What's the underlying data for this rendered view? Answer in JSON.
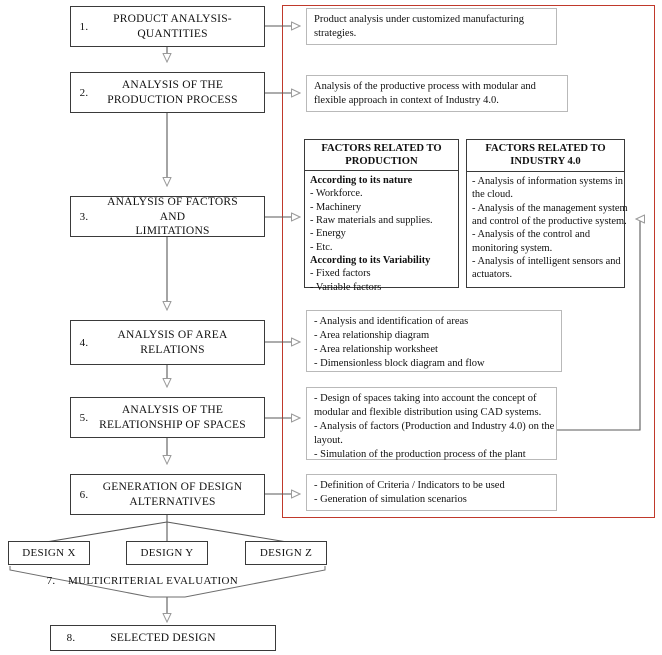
{
  "diagram": {
    "title": "Methodology flowchart for plant layout design under Industry 4.0",
    "accent_red": "#c0392b",
    "box_border": "#3a3a3a",
    "note_border": "#b9b9b9"
  },
  "steps": [
    {
      "num": "1.",
      "title": "PRODUCT ANALYSIS-\nQUANTITIES"
    },
    {
      "num": "2.",
      "title": "ANALYSIS OF THE\nPRODUCTION PROCESS"
    },
    {
      "num": "3.",
      "title": "ANALYSIS OF FACTORS AND\nLIMITATIONS"
    },
    {
      "num": "4.",
      "title": "ANALYSIS OF AREA\nRELATIONS"
    },
    {
      "num": "5.",
      "title": "ANALYSIS OF THE\nRELATIONSHIP OF SPACES"
    },
    {
      "num": "6.",
      "title": "GENERATION OF DESIGN\nALTERNATIVES"
    }
  ],
  "notes": {
    "note1": [
      "Product analysis under customized manufacturing",
      "strategies."
    ],
    "note2": [
      "Analysis of the productive process with modular and",
      "flexible approach in context of Industry 4.0."
    ],
    "note4": [
      "- Analysis and identification of areas",
      "- Area relationship diagram",
      "- Area relationship worksheet",
      "- Dimensionless block diagram and flow"
    ],
    "note5": [
      "- Design of spaces taking into account the concept of",
      "modular and flexible distribution using CAD systems.",
      "- Analysis of factors (Production and Industry 4.0) on the",
      "layout.",
      "- Simulation of the production process of the plant"
    ],
    "note6": [
      "- Definition of Criteria / Indicators to be used",
      "- Generation of simulation scenarios"
    ]
  },
  "factors": {
    "production": {
      "header": "FACTORS RELATED TO\nPRODUCTION",
      "lines": [
        {
          "text": "According to its nature",
          "bold": true
        },
        {
          "text": "- Workforce.",
          "bold": false
        },
        {
          "text": "- Machinery",
          "bold": false
        },
        {
          "text": "- Raw materials and supplies.",
          "bold": false
        },
        {
          "text": "- Energy",
          "bold": false
        },
        {
          "text": "- Etc.",
          "bold": false
        },
        {
          "text": "According to its Variability",
          "bold": true
        },
        {
          "text": "- Fixed factors",
          "bold": false
        },
        {
          "text": "- Variable factors",
          "bold": false
        }
      ]
    },
    "industry40": {
      "header": "FACTORS RELATED TO\nINDUSTRY 4.0",
      "lines": [
        {
          "text": "- Analysis of information systems in",
          "bold": false
        },
        {
          "text": "the cloud.",
          "bold": false
        },
        {
          "text": "- Analysis of the management system",
          "bold": false
        },
        {
          "text": "and control of the productive system.",
          "bold": false
        },
        {
          "text": "- Analysis of the control and",
          "bold": false
        },
        {
          "text": "monitoring system.",
          "bold": false
        },
        {
          "text": "- Analysis of intelligent sensors and",
          "bold": false
        },
        {
          "text": "actuators.",
          "bold": false
        }
      ]
    }
  },
  "designs": [
    {
      "label": "DESIGN X"
    },
    {
      "label": "DESIGN Y"
    },
    {
      "label": "DESIGN Z"
    }
  ],
  "evaluation": {
    "num": "7.",
    "label": "MULTICRITERIAL EVALUATION"
  },
  "selected": {
    "num": "8.",
    "label": "SELECTED DESIGN"
  }
}
